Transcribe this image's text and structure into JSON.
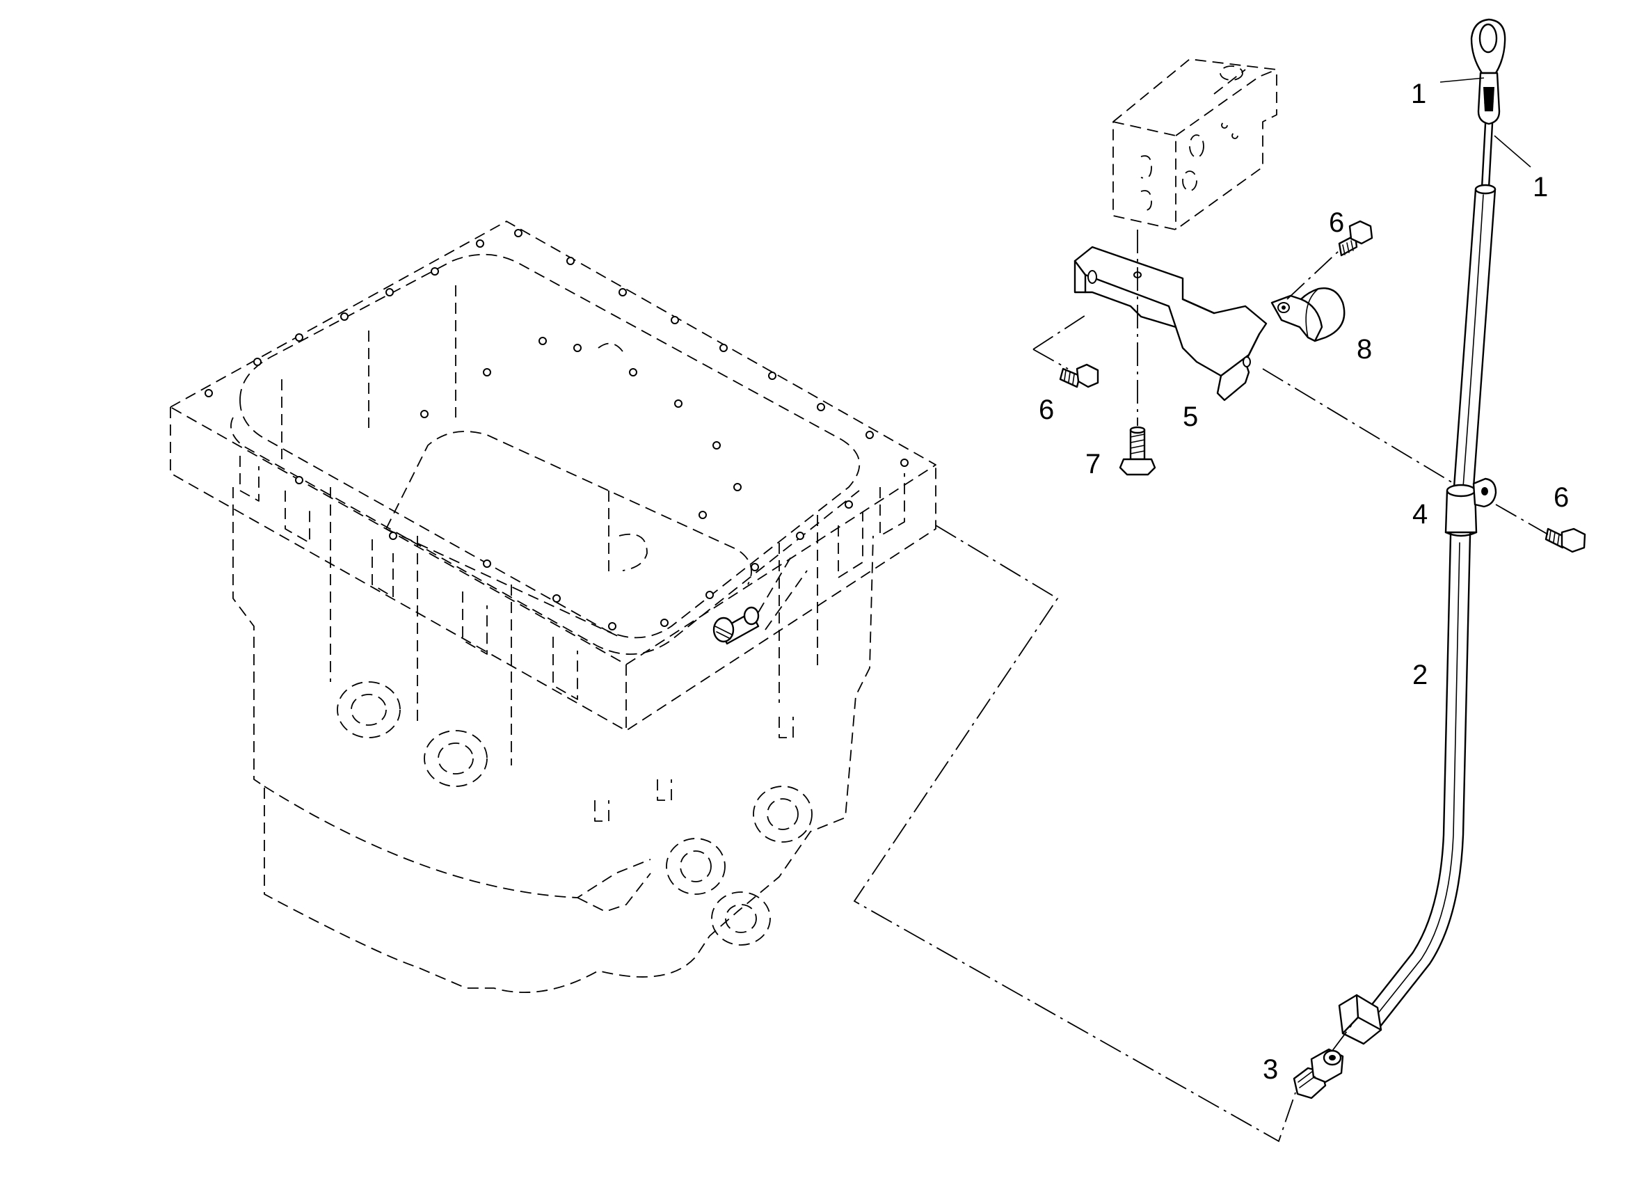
{
  "diagram": {
    "callouts": [
      {
        "label": "1"
      },
      {
        "label": "1"
      },
      {
        "label": "2"
      },
      {
        "label": "3"
      },
      {
        "label": "4"
      },
      {
        "label": "5"
      },
      {
        "label": "6"
      },
      {
        "label": "6"
      },
      {
        "label": "6"
      },
      {
        "label": "7"
      },
      {
        "label": "8"
      }
    ]
  }
}
